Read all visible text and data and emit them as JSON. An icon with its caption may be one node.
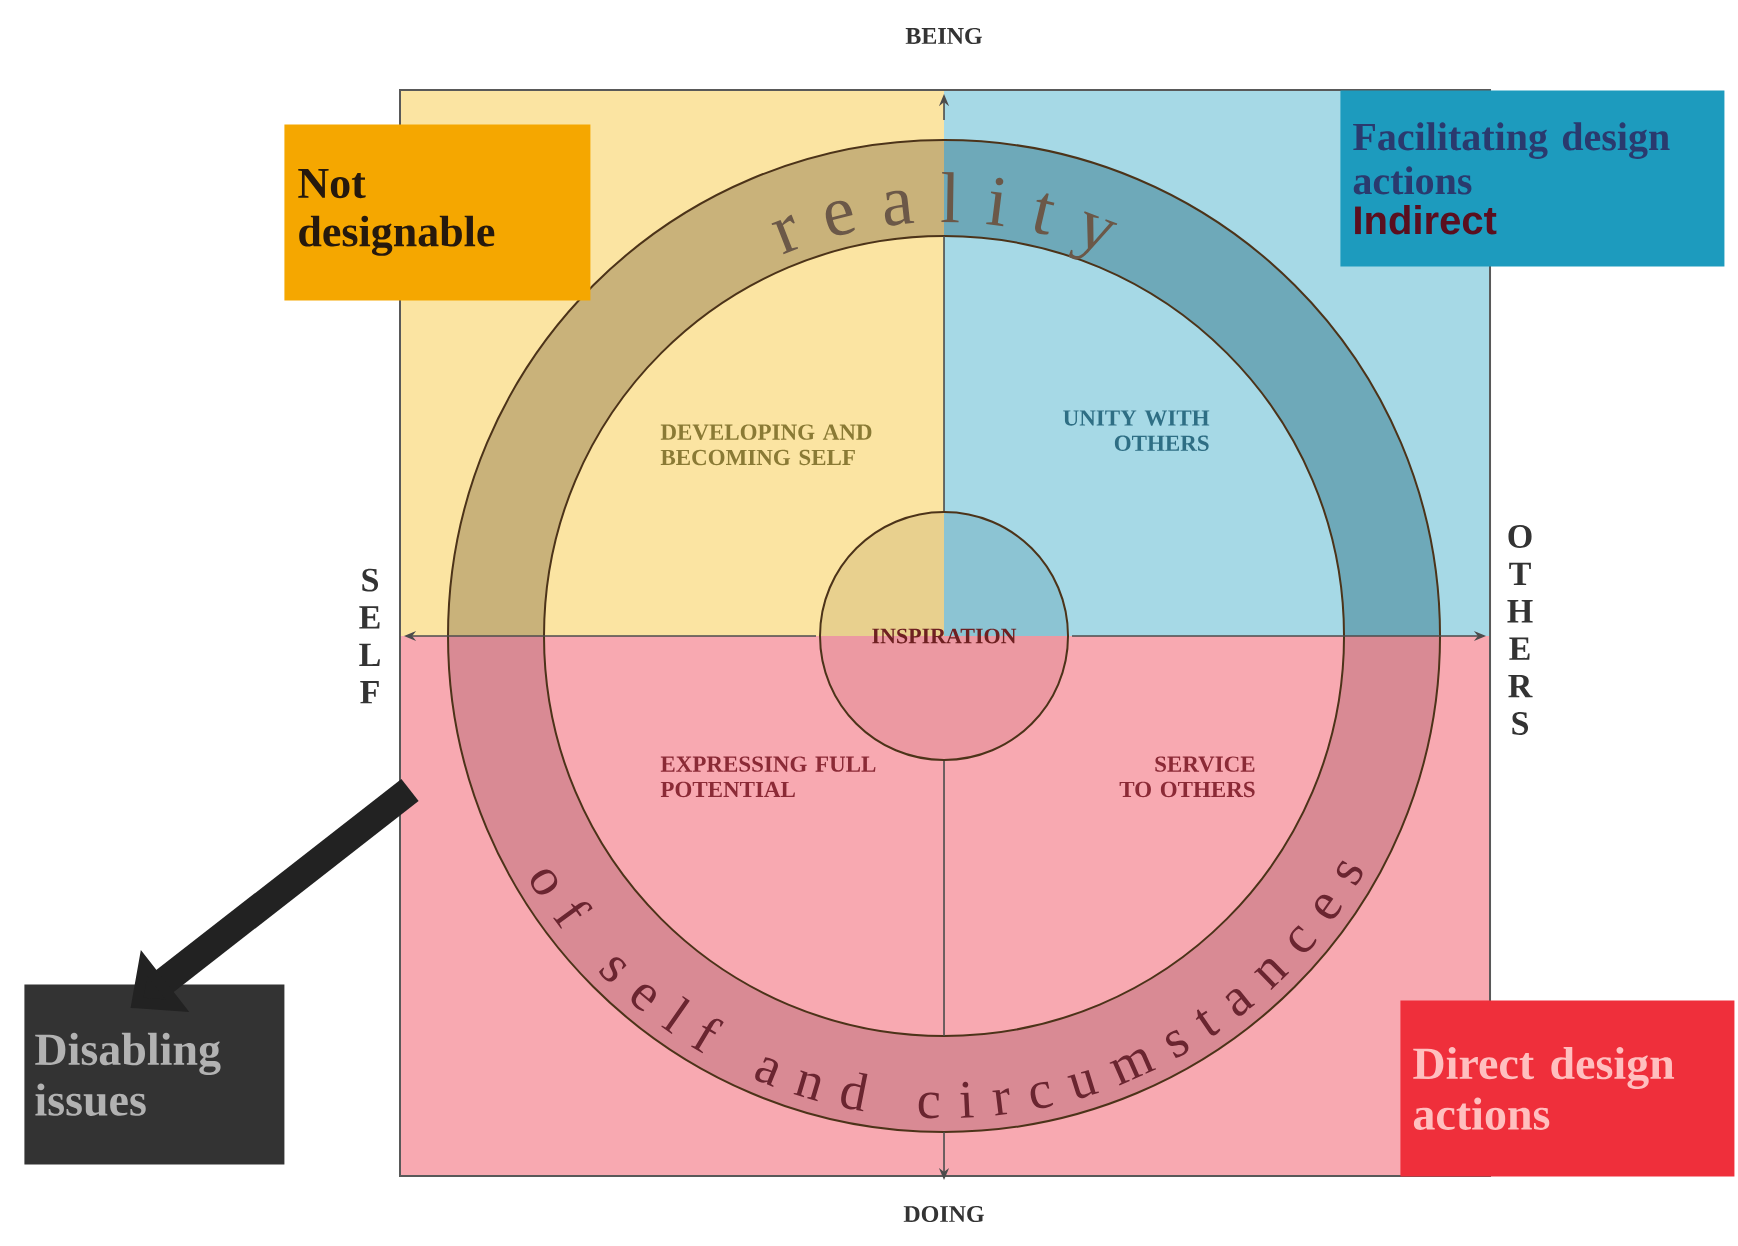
{
  "diagram": {
    "nodes": [
      {
        "text": [
          "Not designable"
        ]
      },
      {
        "text": [
          "Facilitating design actions",
          "Indirect"
        ]
      },
      {
        "text": [
          "reality",
          "of self and circumstances"
        ]
      },
      {
        "text": [
          "DEVELOPING AND BECOMING SELF"
        ],
        "in": 2
      },
      {
        "text": [
          "UNITY WITH OTHERS"
        ],
        "in": 2
      },
      {
        "text": [
          "INSPIRATION"
        ],
        "in": 2
      },
      {
        "text": [
          "EXPRESSING FULL POTENTIAL"
        ],
        "in": 2
      },
      {
        "text": [
          "SERVICE TO OTHERS"
        ],
        "in": 2
      },
      {
        "text": [
          "Disabling issues"
        ]
      },
      {
        "text": [
          "Direct design actions"
        ]
      }
    ],
    "edges": [
      {
        "from": null,
        "to": 8,
        "arrow": "to"
      }
    ],
    "labels": [
      "BEING",
      "SELF",
      "OTHERS",
      "DOING"
    ]
  }
}
